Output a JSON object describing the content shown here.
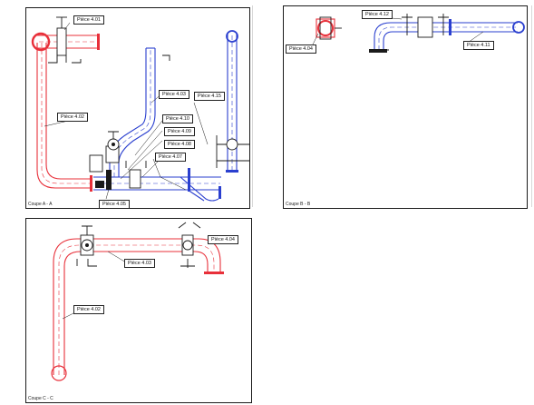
{
  "colors": {
    "pipe_red": "#e8303a",
    "pipe_blue": "#2a3fcf",
    "outline": "#1a1a1a"
  },
  "views": {
    "a": {
      "label": "Coupe A - A",
      "callouts": [
        "Pièce 4.01",
        "Pièce 4.02",
        "Pièce 4.03",
        "Pièce 4.15",
        "Pièce 4.10",
        "Pièce 4.09",
        "Pièce 4.08",
        "Pièce 4.07",
        "Pièce 4.05"
      ]
    },
    "b": {
      "label": "Coupe B - B",
      "callouts": [
        "Pièce 4.12",
        "Pièce 4.04",
        "Pièce 4.11"
      ]
    },
    "c": {
      "label": "Coupe C - C",
      "callouts": [
        "Pièce 4.04",
        "Pièce 4.03",
        "Pièce 4.02"
      ]
    }
  }
}
